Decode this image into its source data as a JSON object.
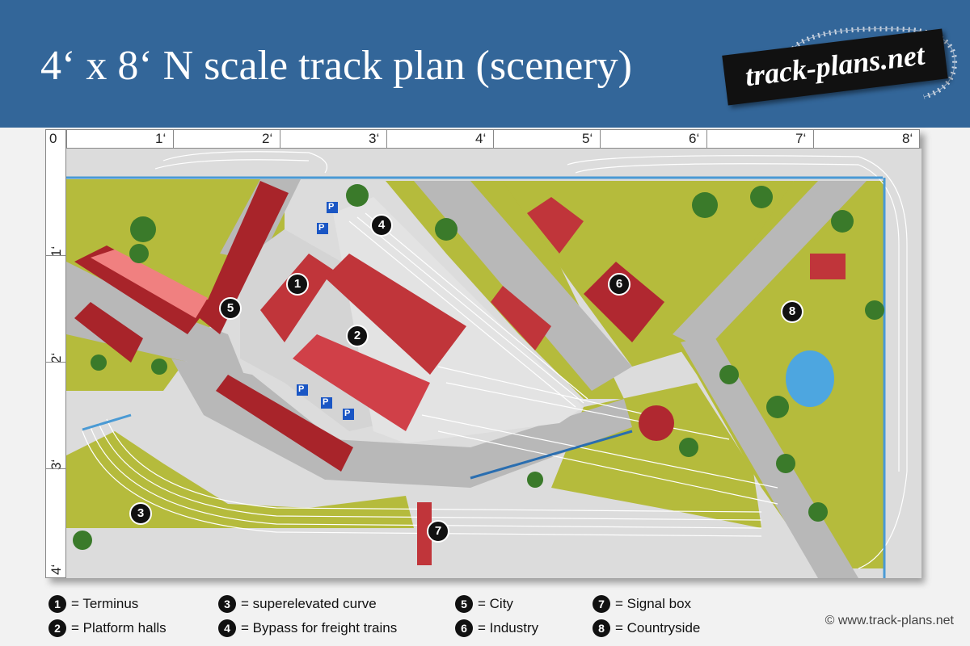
{
  "header": {
    "title": "4‘ x 8‘ N scale track plan (scenery)",
    "logo_text": "track-plans.net",
    "background_color": "#336699"
  },
  "ruler": {
    "top_labels": [
      "0",
      "1‘",
      "2‘",
      "3‘",
      "4‘",
      "5‘",
      "6‘",
      "7‘",
      "8‘"
    ],
    "left_labels": [
      "1‘",
      "2‘",
      "3‘",
      "4‘"
    ]
  },
  "map": {
    "markers": [
      "1",
      "2",
      "3",
      "4",
      "5",
      "6",
      "7",
      "8"
    ],
    "colors": {
      "grass": "#b5bb3c",
      "road": "#b8b8b8",
      "pavement": "#d4d4d4",
      "building_roof": "#c0353a",
      "building_light": "#f08080",
      "tree": "#3a7a2a",
      "water": "#4da6e0",
      "edge": "#4a9ad4",
      "parking": "#1a56c4"
    },
    "parking_label": "P"
  },
  "legend": [
    {
      "num": "1",
      "label": "= Terminus"
    },
    {
      "num": "2",
      "label": "= Platform halls"
    },
    {
      "num": "3",
      "label": "= superelevated curve"
    },
    {
      "num": "4",
      "label": "= Bypass for freight trains"
    },
    {
      "num": "5",
      "label": "= City"
    },
    {
      "num": "6",
      "label": "= Industry"
    },
    {
      "num": "7",
      "label": "= Signal box"
    },
    {
      "num": "8",
      "label": "= Countryside"
    }
  ],
  "copyright": "© www.track-plans.net"
}
